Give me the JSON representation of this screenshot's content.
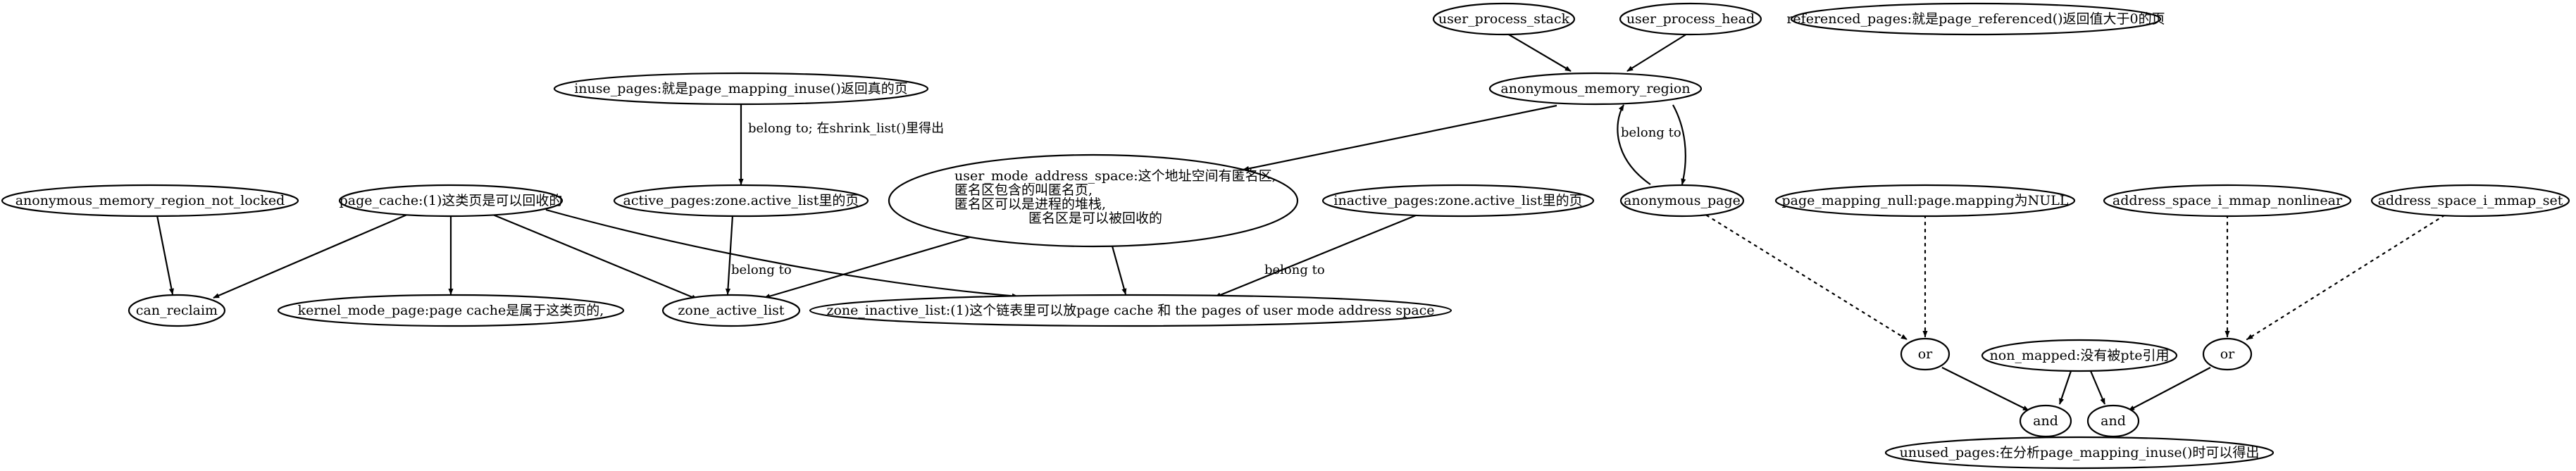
{
  "nodes": {
    "user_process_stack": "user_process_stack",
    "user_process_head": "user_process_head",
    "referenced_pages": "referenced_pages:就是page_referenced()返回值大于0的页",
    "inuse_pages": "inuse_pages:就是page_mapping_inuse()返回真的页",
    "anonymous_memory_region": "anonymous_memory_region",
    "user_mode_address_space": [
      "user_mode_address_space:这个地址空间有匿名区,",
      "匿名区包含的叫匿名页,",
      "匿名区可以是进程的堆栈,",
      "匿名区是可以被回收的"
    ],
    "anonymous_memory_region_not_locked": "anonymous_memory_region_not_locked",
    "page_cache": "page_cache:(1)这类页是可以回收的",
    "active_pages": "active_pages:zone.active_list里的页",
    "inactive_pages": "inactive_pages:zone.active_list里的页",
    "anonymous_page": "anonymous_page",
    "page_mapping_null": "page_mapping_null:page.mapping为NULL",
    "address_space_nonlinear": "address_space_i_mmap_nonlinear",
    "address_space_set": "address_space_i_mmap_set",
    "can_reclaim": "can_reclaim",
    "kernel_mode_page": "kernel_mode_page:page cache是属于这类页的,",
    "zone_active_list": "zone_active_list",
    "zone_inactive_list": "zone_inactive_list:(1)这个链表里可以放page cache 和 the pages of user mode address space",
    "or_left": "or",
    "non_mapped": "non_mapped:没有被pte引用",
    "or_right": "or",
    "and_left": "and",
    "and_right": "and",
    "unused_pages": "unused_pages:在分析page_mapping_inuse()时可以得出"
  },
  "edge_labels": {
    "belong_to_shrink": "belong to; 在shrink_list()里得出",
    "belong_to": "belong to"
  }
}
